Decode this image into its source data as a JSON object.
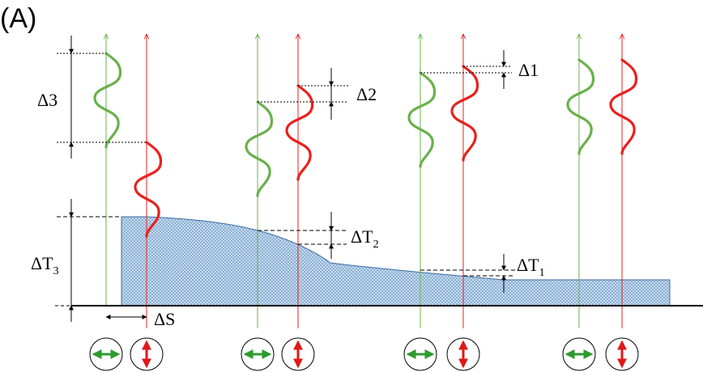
{
  "panel_label": "(A)",
  "labels": {
    "delta3": "Δ3",
    "delta2": "Δ2",
    "delta1": "Δ1",
    "deltaT3_main": "ΔT",
    "deltaT3_sub": "3",
    "deltaT2_main": "ΔT",
    "deltaT2_sub": "2",
    "deltaT1_main": "ΔT",
    "deltaT1_sub": "1",
    "deltaS": "ΔS"
  },
  "colors": {
    "green_beam": "#6ab04c",
    "red_beam": "#e8211f",
    "green_wave": "#6ab04c",
    "red_wave": "#e8211f",
    "film_fill": "#c9dff0",
    "film_stroke": "#3b6ea5",
    "polarizer_green": "#2e9a2e",
    "polarizer_red": "#e01818"
  },
  "icons": {
    "green_polarizer": "horizontal-double-arrow-icon",
    "red_polarizer": "vertical-double-arrow-icon"
  }
}
